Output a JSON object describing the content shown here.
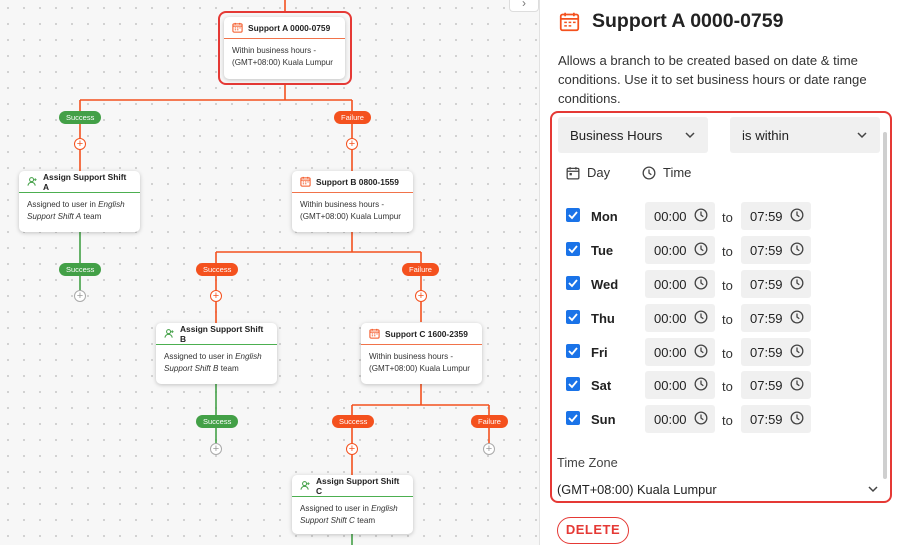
{
  "canvas": {
    "nodes": {
      "support_a": {
        "title": "Support A 0000-0759",
        "line1": "Within business hours -",
        "line2": "(GMT+08:00) Kuala Lumpur"
      },
      "assign_a": {
        "title": "Assign Support Shift A",
        "pre": "Assigned to user in",
        "team": "English",
        "team2": "Support Shift A",
        "post": "team"
      },
      "support_b": {
        "title": "Support B 0800-1559",
        "line1": "Within business hours -",
        "line2": "(GMT+08:00) Kuala Lumpur"
      },
      "assign_b": {
        "title": "Assign Support Shift B",
        "pre": "Assigned to user in",
        "team": "English",
        "team2": "Support Shift B",
        "post": "team"
      },
      "support_c": {
        "title": "Support C 1600-2359",
        "line1": "Within business hours -",
        "line2": "(GMT+08:00) Kuala Lumpur"
      },
      "assign_c": {
        "title": "Assign Support Shift C",
        "pre": "Assigned to user in",
        "team": "English",
        "team2": "Support Shift C",
        "post": "team"
      }
    },
    "labels": {
      "success": "Success",
      "failure": "Failure",
      "plus": "+",
      "collapse": "›"
    }
  },
  "panel": {
    "title": "Support A 0000-0759",
    "description": "Allows a branch to be created based on date & time conditions. Use it to set business hours or date range conditions.",
    "condition_type": "Business Hours",
    "operator": "is within",
    "tab_day": "Day",
    "tab_time": "Time",
    "to_label": "to",
    "days": [
      {
        "name": "Mon",
        "checked": true,
        "from": "00:00",
        "to": "07:59"
      },
      {
        "name": "Tue",
        "checked": true,
        "from": "00:00",
        "to": "07:59"
      },
      {
        "name": "Wed",
        "checked": true,
        "from": "00:00",
        "to": "07:59"
      },
      {
        "name": "Thu",
        "checked": true,
        "from": "00:00",
        "to": "07:59"
      },
      {
        "name": "Fri",
        "checked": true,
        "from": "00:00",
        "to": "07:59"
      },
      {
        "name": "Sat",
        "checked": true,
        "from": "00:00",
        "to": "07:59"
      },
      {
        "name": "Sun",
        "checked": true,
        "from": "00:00",
        "to": "07:59"
      }
    ],
    "timezone_label": "Time Zone",
    "timezone_value": "(GMT+08:00) Kuala Lumpur",
    "delete_label": "DELETE"
  },
  "colors": {
    "accent": "#f4511e",
    "success": "#43a047",
    "selection": "#e53935",
    "checkbox": "#1a73e8"
  }
}
